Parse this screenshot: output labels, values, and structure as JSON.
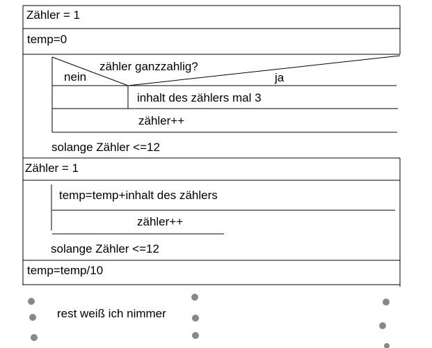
{
  "struktogramm": {
    "init_counter_1": "Zähler = 1",
    "init_temp": "temp=0",
    "loop1": {
      "condition_question": "zähler ganzzahlig?",
      "branch_no": "nein",
      "branch_yes": "ja",
      "yes_action": "inhalt des zählers mal 3",
      "increment": "zähler++",
      "loop_condition": "solange Zähler <=12"
    },
    "init_counter_2": "Zähler = 1",
    "loop2": {
      "sum_action": "temp=temp+inhalt des zählers",
      "increment": "zähler++",
      "loop_condition": "solange Zähler <=12"
    },
    "final_division": "temp=temp/10",
    "note": "rest weiß ich nimmer"
  },
  "colors": {
    "line": "#000000",
    "dot": "#888888",
    "background": "#ffffff"
  }
}
